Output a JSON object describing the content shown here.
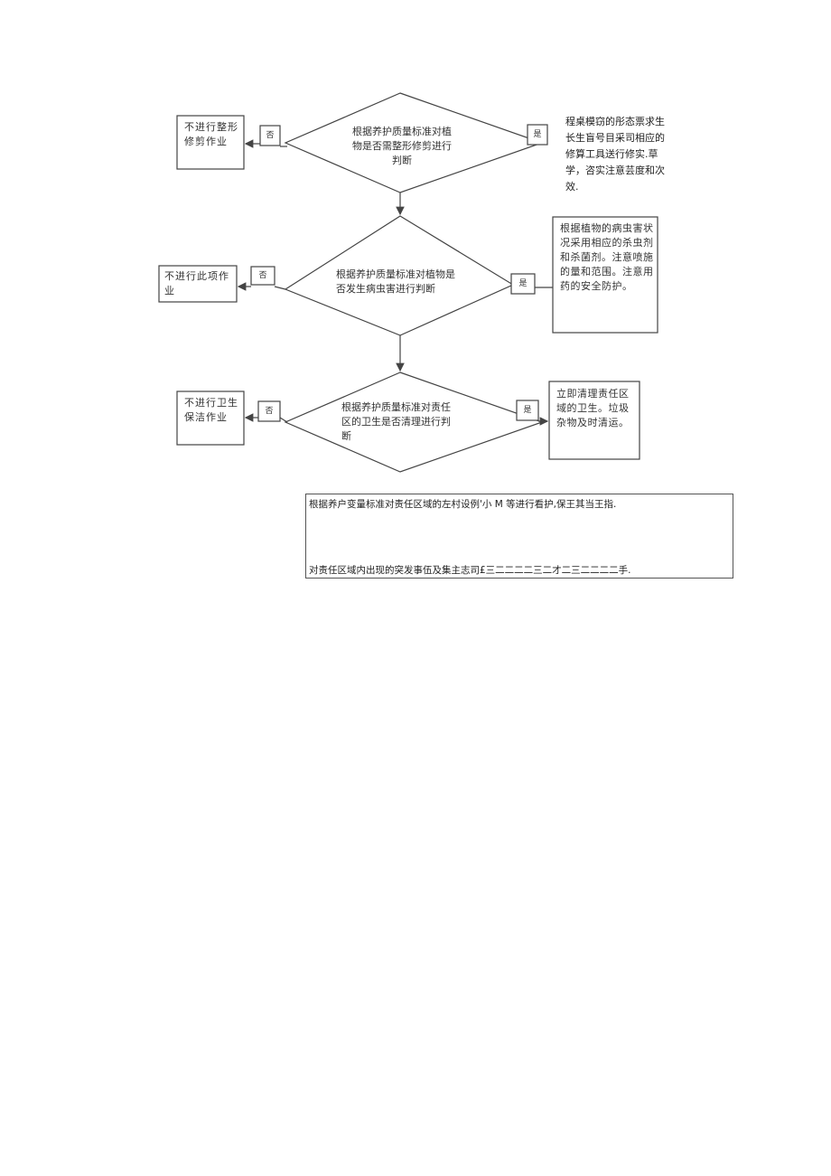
{
  "steps": [
    {
      "decision": "根据养护质量标准对植物是否需整形修剪进行判断",
      "no_tag": "否",
      "yes_tag": "是",
      "no_action": "不进行整形修剪作业",
      "yes_action": "程桌模窃的彤态票求生长生盲号目采司相应的修算工具送行修实.草学，咨实注意芸度和次效."
    },
    {
      "decision": "根据养护质量标准对植物是否发生病虫害进行判断",
      "no_tag": "否",
      "yes_tag": "是",
      "no_action": "不进行此项作业",
      "yes_action": "根据植物的病虫害状况采用相应的杀虫剂和杀菌剂。注意喷施的量和范围。注意用药的安全防护。"
    },
    {
      "decision": "根据养护质量标准对责任区的卫生是否清理进行判断",
      "no_tag": "否",
      "yes_tag": "是",
      "no_action": "不进行卫生保洁作业",
      "yes_action": "立即清理责任区域的卫生。垃圾杂物及时清运。"
    }
  ],
  "note": {
    "line1": "根据养户变量标准对责任区域的左村设例'小 M 等进行看护,保王其当王指.",
    "line2": "对责任区域内出现的突发事伍及集主志司£三二二二二三二才二三二二二二手."
  }
}
